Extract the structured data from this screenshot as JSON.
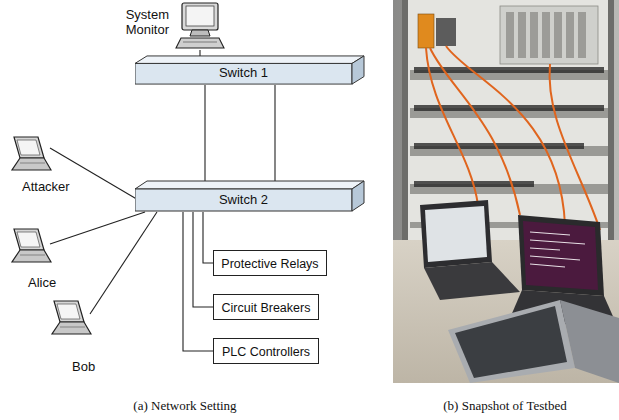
{
  "diagram": {
    "nodes": [
      {
        "text": [
          "System Monitor"
        ]
      },
      {
        "text": [
          "Switch 1"
        ]
      },
      {
        "text": [
          "Attacker"
        ]
      },
      {
        "text": [
          "Switch 2"
        ]
      },
      {
        "text": [
          "Alice"
        ]
      },
      {
        "text": [
          "Bob"
        ]
      },
      {
        "text": [
          "Protective Relays"
        ]
      },
      {
        "text": [
          "Circuit Breakers"
        ]
      },
      {
        "text": [
          "PLC Controllers"
        ]
      }
    ],
    "edges": [
      {
        "from": 0,
        "to": 1,
        "arrow": "none"
      },
      {
        "from": 1,
        "to": 3,
        "arrow": "none"
      },
      {
        "from": 1,
        "to": 3,
        "arrow": "none"
      },
      {
        "from": 2,
        "to": 3,
        "arrow": "none"
      },
      {
        "from": 4,
        "to": 3,
        "arrow": "none"
      },
      {
        "from": 5,
        "to": 3,
        "arrow": "none"
      },
      {
        "from": 3,
        "to": 6,
        "arrow": "none"
      },
      {
        "from": 3,
        "to": 7,
        "arrow": "none"
      },
      {
        "from": 3,
        "to": 8,
        "arrow": "none"
      }
    ],
    "labels": [
      "(a) Network Setting",
      "(b) Snapshot of Testbed"
    ]
  }
}
